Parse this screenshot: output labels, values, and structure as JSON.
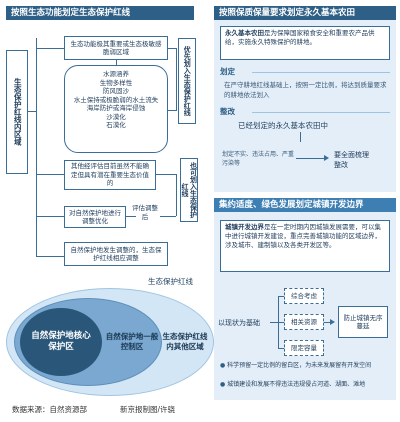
{
  "left": {
    "header": "按照生态功能划定生态保护红线",
    "root_label": "生态保护红线内区域",
    "box_a": "生态功能极其重要或生态极敏感脆弱区域",
    "functions": [
      "水源涵养",
      "生物多样性",
      "防风固沙",
      "水土保持或极脆弱的水土流失",
      "海岸防护或海岸侵蚀",
      "沙漠化",
      "石漠化"
    ],
    "priority_label": "优先划入生态保护红线",
    "box_b": "其他经评估目前虽然不能确定但具有潜在重要生态价值的",
    "box_c": "对自然保护地进行调整优化",
    "adjust_label": "评估调整后",
    "box_d": "自然保护地发生调整的，生态保护红线相应调整",
    "may_label": "也可划入生态保护红线",
    "redline_label": "生态保护红线",
    "core_zone": "自然保护地核心保护区",
    "general_zone": "自然保护地一般控制区",
    "other_zone": "生态保护红线内其他区域"
  },
  "right": {
    "header1": "按照保质保量要求划定永久基本农田",
    "definition_term": "永久基本农田",
    "definition_text": "是为保障国家粮食安全和重要农产品供给，实施永久特殊保护的耕地。",
    "designate_label": "划定",
    "designate_text": "在严守耕地红线基础上，按照一定比例，将达到质量要求的耕地依法划入",
    "rectify_label": "整改",
    "rectify_text": "已经划定的永久基本农田中",
    "rectify_cond": "划定不实、违法占用、严重污染等",
    "rectify_result": "要全面梳理整改",
    "header2": "集约适度、绿色发展划定城镇开发边界",
    "urban_term": "城镇开发边界",
    "urban_text": "是在一定时期内因城镇发展需要，可以集中进行城镇开发建设，重点完善城镇功能的区域边界，涉及城市、建制镇以及各类开发区等。",
    "basis_label": "以现状为基础",
    "consider_items": [
      "综合考虑",
      "相关资源",
      "限定容量"
    ],
    "prevent_label": "防止城镇无序蔓延",
    "bullet1": "科学预留一定比例的留白区，为未来发展留有开发空间",
    "bullet2": "城镇建设和发展不得违法违规侵占河道、湖面、滩地"
  },
  "footer": {
    "source": "数据来源：自然资源部",
    "credit": "新京报制图/许骁"
  },
  "colors": {
    "dark_blue": "#2e5f86",
    "mid_blue": "#3d7fb3",
    "light_panel": "#e3eef8",
    "ellipse_outer": "#d3e6f5",
    "ellipse_inner": "#2a5679"
  }
}
